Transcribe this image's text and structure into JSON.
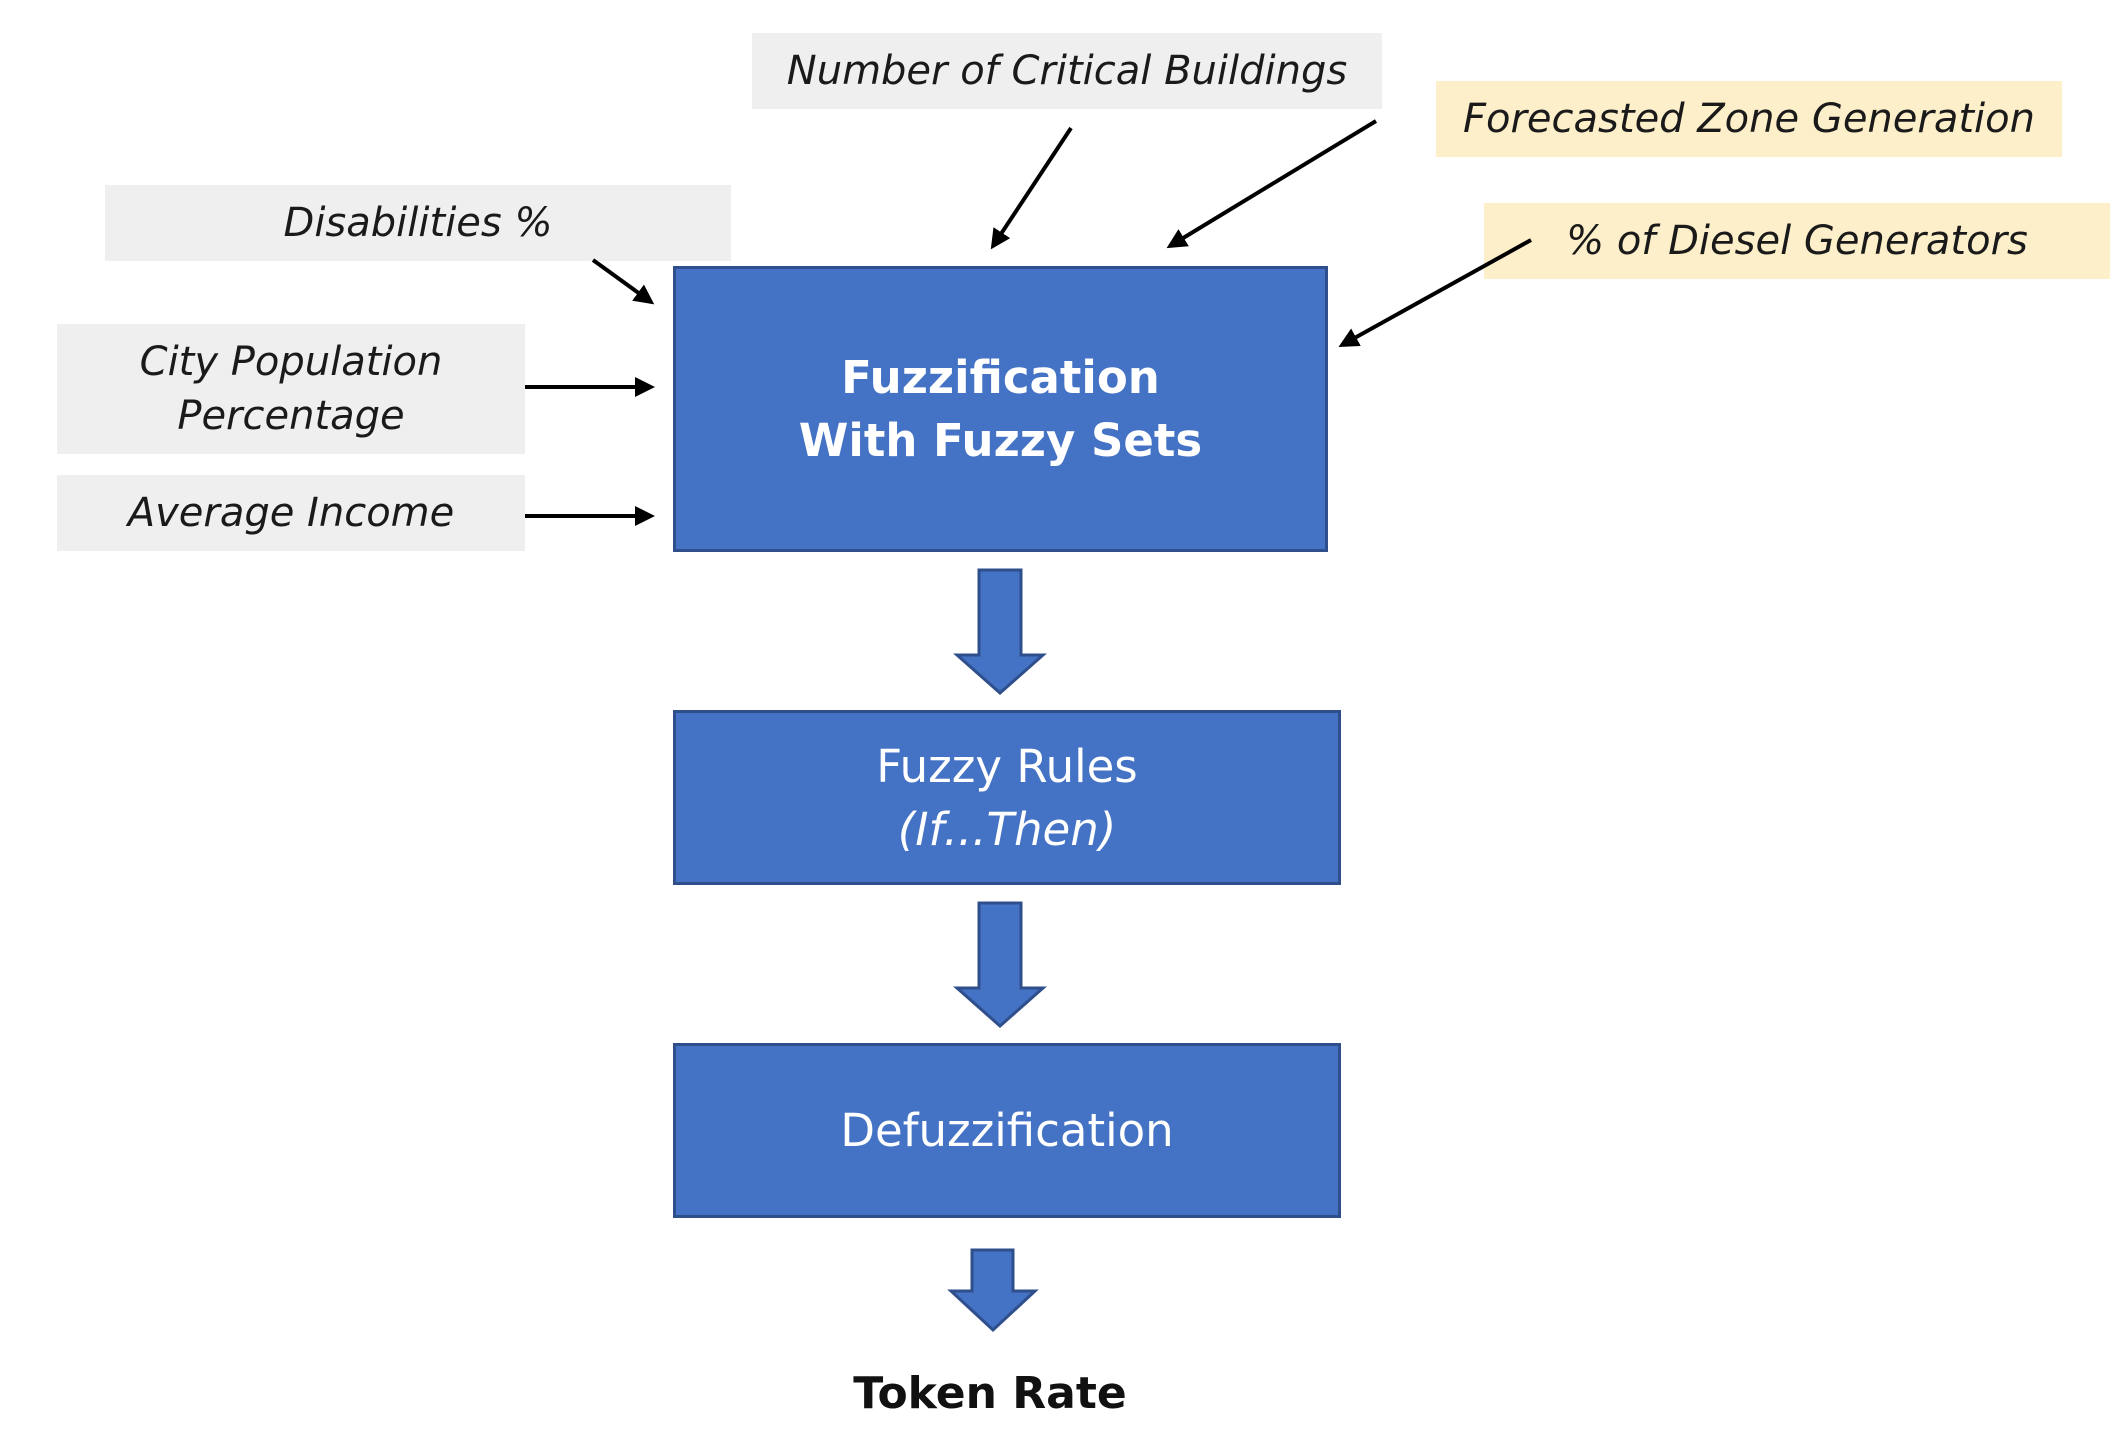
{
  "inputs": {
    "critical_buildings": "Number of Critical Buildings",
    "zone_generation": "Forecasted Zone Generation",
    "disabilities": "Disabilities %",
    "diesel_generators": "% of Diesel Generators",
    "city_population_line1": "City Population",
    "city_population_line2": "Percentage",
    "average_income": "Average Income"
  },
  "blocks": {
    "fuzzification_line1": "Fuzzification",
    "fuzzification_line2": "With Fuzzy Sets",
    "rules_line1": "Fuzzy Rules",
    "rules_line2": "(If...Then)",
    "defuzzification": "Defuzzification"
  },
  "output": {
    "label": "Token Rate"
  },
  "colors": {
    "block_fill": "#4472c4",
    "block_border": "#2f4f8c",
    "gray_label": "#efefef",
    "cream_label": "#fdefc9"
  }
}
